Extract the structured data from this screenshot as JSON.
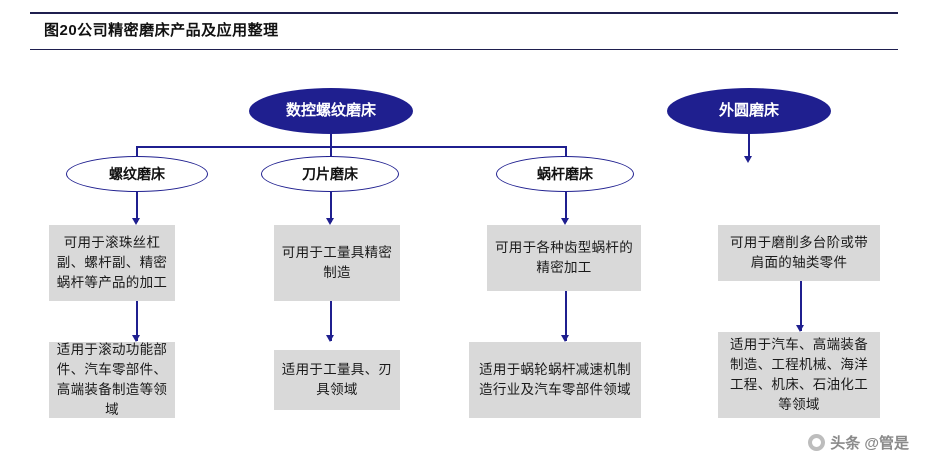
{
  "figure": {
    "title": "图20公司精密磨床产品及应用整理"
  },
  "top_nodes": [
    {
      "label": "数控螺纹磨床",
      "style": "filled"
    },
    {
      "label": "外圆磨床",
      "style": "filled"
    }
  ],
  "branches": [
    {
      "name": "thread-grinder",
      "head": "螺纹磨床",
      "use": "可用于滚珠丝杠副、螺杆副、精密蜗杆等产品的加工",
      "application": "适用于滚动功能部件、汽车零部件、高端装备制造等领域"
    },
    {
      "name": "blade-grinder",
      "head": "刀片磨床",
      "use": "可用于工量具精密制造",
      "application": "适用于工量具、刃具领域"
    },
    {
      "name": "worm-grinder",
      "head": "蜗杆磨床",
      "use": "可用于各种齿型蜗杆的精密加工",
      "application": "适用于蜗轮蜗杆减速机制造行业及汽车零部件领域"
    },
    {
      "name": "cylindrical-grinder",
      "head": "外圆磨床",
      "use": "可用于磨削多台阶或带肩面的轴类零件",
      "application": "适用于汽车、高端装备制造、工程机械、海洋工程、机床、石油化工等领域"
    }
  ],
  "watermark": {
    "text": "头条 @管是"
  },
  "colors": {
    "node_fill": "#1f1f8f",
    "box_fill": "#d9d9d9",
    "line": "#1f1f8f",
    "rule": "#1f1f4f"
  }
}
